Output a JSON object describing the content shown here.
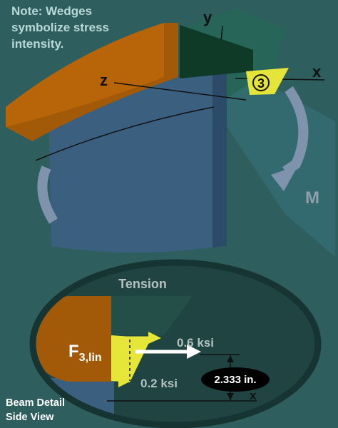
{
  "note": {
    "line1": "Note:  Wedges",
    "line2": "symbolize stress",
    "line3": "intensity."
  },
  "axes": {
    "y": "y",
    "z": "z",
    "x_top": "x",
    "x_bottom": "x"
  },
  "section_marker": "3",
  "moment_label": "M",
  "detail": {
    "tension_label": "Tension",
    "force_label_main": "F",
    "force_label_sub": "3,lin",
    "stress_top": "0.6 ksi",
    "stress_bottom": "0.2 ksi",
    "distance_label": "2.333 in."
  },
  "caption": {
    "line1": "Beam Detail",
    "line2": "Side View"
  },
  "colors": {
    "background": "#2f5e5e",
    "flange": "#a35a08",
    "web": "#3a5f7f",
    "wedge": "#ecec3c",
    "moment_arrow": "#7f93ad",
    "label_gray": "#b5c2c2"
  }
}
